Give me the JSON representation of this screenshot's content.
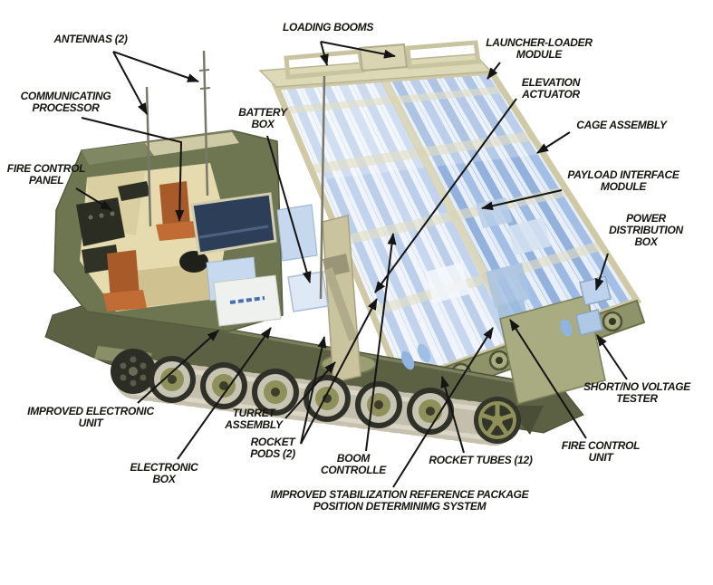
{
  "diagram": {
    "subject": "MLRS self-propelled loader launcher cutaway diagram",
    "component_labels": {
      "antennas": "ANTENNAS (2)",
      "communicating_processor": "COMMUNICATING\nPROCESSOR",
      "fire_control_panel": "FIRE CONTROL\nPANEL",
      "battery_box": "BATTERY\nBOX",
      "loading_booms": "LOADING BOOMS",
      "launcher_loader_module": "LAUNCHER-LOADER\nMODULE",
      "elevation_actuator": "ELEVATION\nACTUATOR",
      "cage_assembly": "CAGE ASSEMBLY",
      "payload_interface_module": "PAYLOAD INTERFACE\nMODULE",
      "power_distribution_box": "POWER\nDISTRIBUTION\nBOX",
      "short_no_voltage_tester": "SHORT/NO VOLTAGE\nTESTER",
      "fire_control_unit": "FIRE CONTROL\nUNIT",
      "rocket_tubes": "ROCKET TUBES (12)",
      "boom_controller": "BOOM\nCONTROLLE",
      "rocket_pods": "ROCKET\nPODS (2)",
      "turret_assembly": "TURRET\nASSEMBLY",
      "electronic_box": "ELECTRONIC\nBOX",
      "improved_electronic_unit": "IMPROVED ELECTRONIC\nUNIT",
      "stabilization_system": "IMPROVED STABILIZATION REFERENCE PACKAGE\nPOSITION DETERMINIMG SYSTEM"
    },
    "colors": {
      "background": "#ffffff",
      "label_text": "#16160f",
      "leader_line": "#141414",
      "hull_olive": "#5c6144",
      "cab_olive": "#6e7551",
      "launcher_frame_khaki": "#d2cdaa",
      "rocket_tube_blue": "#92b1dd",
      "interior_tan": "#e5dbae",
      "seat_orange": "#b2622c",
      "window_navy": "#2d3f58",
      "electronics_blue": "#c5d8ee"
    }
  }
}
